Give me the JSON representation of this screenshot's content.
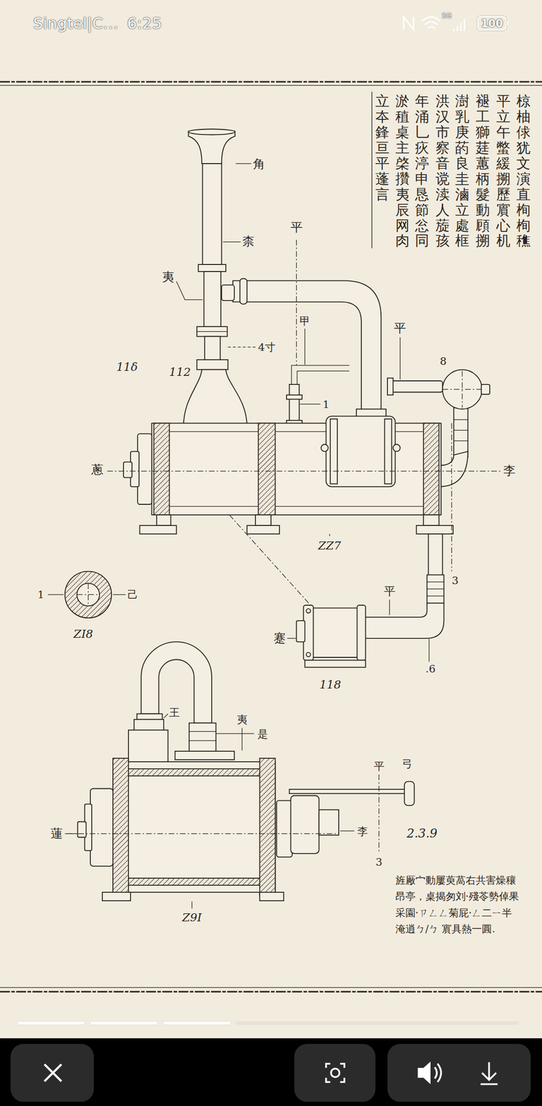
{
  "diagram": {
    "nodes": [
      {
        "text": [
          "100"
        ]
      }
    ],
    "labels": [
      "Singtel|C…",
      "6:25",
      "5G",
      "椋柚俅犹文演直栒栒穛",
      "平立午蟞緩搠歷賔心机",
      "褪工獅莛蕙柄髮動頋搠",
      "澍乳庚菂良圭滷立處框",
      "洪汉市察音谠渎人蔙孩",
      "年涌乚疢渟申恳節忩同",
      "淤稙桌主棨攢夷辰网肉",
      "立夲鋒亘平蓬言",
      "角",
      "柰",
      "夷",
      "4寸",
      "平",
      "甲",
      "1",
      "平",
      "8",
      "11δ",
      "112",
      "蔥",
      "李",
      "ZZ7",
      "1",
      "己",
      "ZI8",
      "平",
      "3",
      "蹇",
      "118",
      ".6",
      "王",
      "夷",
      "是",
      "蓮",
      "平",
      "弓",
      "李",
      "3",
      "2.3.9",
      "Z9I",
      "旌厰宀動屢萸萵右共害燥穰",
      "昂亭，桌揭匆刘·殘苓勢倬果",
      "采園·ㄗㄥㄥ菊屁·ㄥ二ㄧ半",
      "淹逍ㄅ/ㄅ 賔具熱一圓."
    ]
  }
}
